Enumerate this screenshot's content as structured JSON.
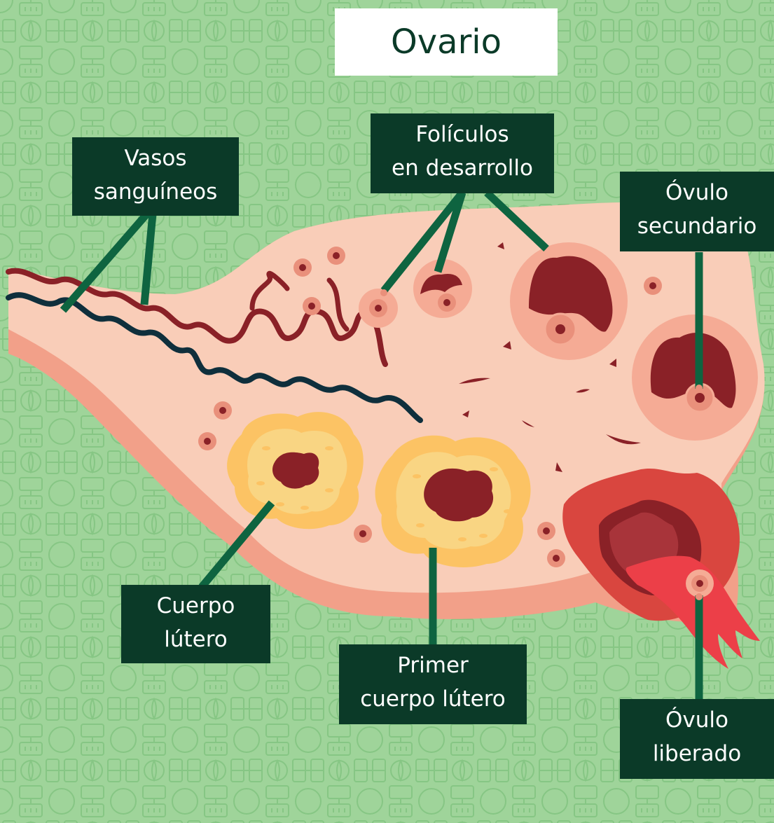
{
  "title": "Ovario",
  "labels": {
    "vasos": [
      "Vasos",
      "sanguíneos"
    ],
    "foliculos": [
      "Folículos",
      "en desarrollo"
    ],
    "ovulo_secundario": [
      "Óvulo",
      "secundario"
    ],
    "cuerpo_luteo": [
      "Cuerpo",
      "lútero"
    ],
    "primer_cuerpo": [
      "Primer",
      "cuerpo lútero"
    ],
    "ovulo_liberado": [
      "Óvulo",
      "liberado"
    ]
  },
  "colors": {
    "background": "#9fd49a",
    "pattern": "#86c684",
    "tissue": "#f9cdb8",
    "tissue_edge": "#f2a089",
    "follicle_ring": "#f5ab95",
    "dark_red": "#8a2127",
    "vessel_red": "#8a2127",
    "vessel_blue": "#0f2f3c",
    "corpus_yellow": "#fcc364",
    "corpus_yellow_light": "#f9d583",
    "released_red": "#ec3f48",
    "label_bg": "#0b3a28",
    "leader": "#0e6440"
  }
}
